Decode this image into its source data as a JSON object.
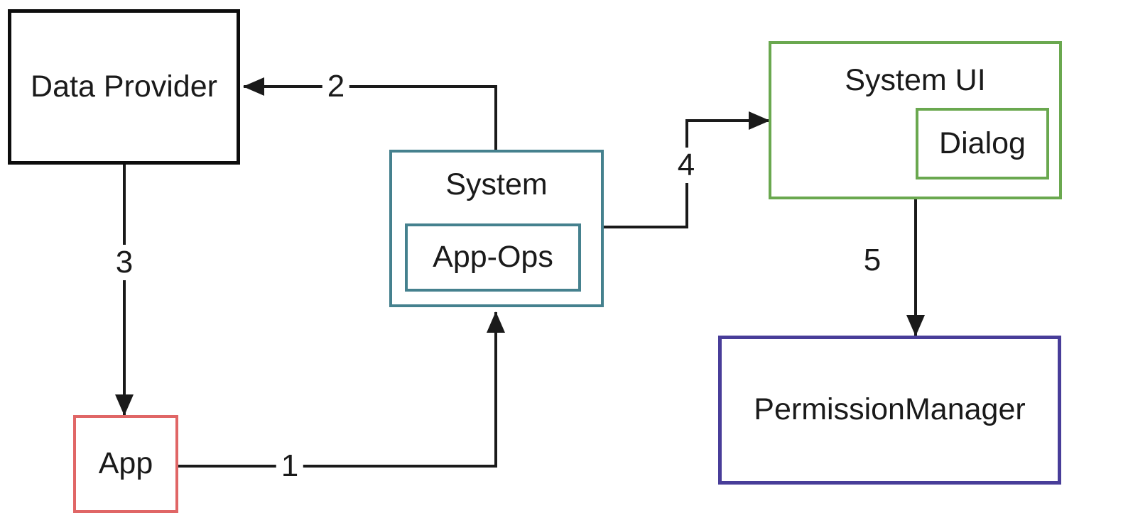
{
  "colors": {
    "line": "#1a1a1a",
    "data_provider_border": "#0d0d0d",
    "system_border": "#45818e",
    "system_ui_border": "#6aa84f",
    "permission_manager_border": "#483d99",
    "app_border": "#e06666"
  },
  "diagram": {
    "nodes": {
      "data_provider": {
        "label": "Data Provider"
      },
      "system": {
        "label": "System"
      },
      "app_ops": {
        "label": "App-Ops"
      },
      "system_ui": {
        "label": "System UI"
      },
      "dialog": {
        "label": "Dialog"
      },
      "permission_manager": {
        "label": "PermissionManager"
      },
      "app": {
        "label": "App"
      }
    },
    "edges": [
      {
        "label": "1",
        "from": "app",
        "to": "system"
      },
      {
        "label": "2",
        "from": "system",
        "to": "data_provider"
      },
      {
        "label": "3",
        "from": "data_provider",
        "to": "app"
      },
      {
        "label": "4",
        "from": "system",
        "to": "system_ui"
      },
      {
        "label": "5",
        "from": "system_ui",
        "to": "permission_manager"
      }
    ]
  }
}
